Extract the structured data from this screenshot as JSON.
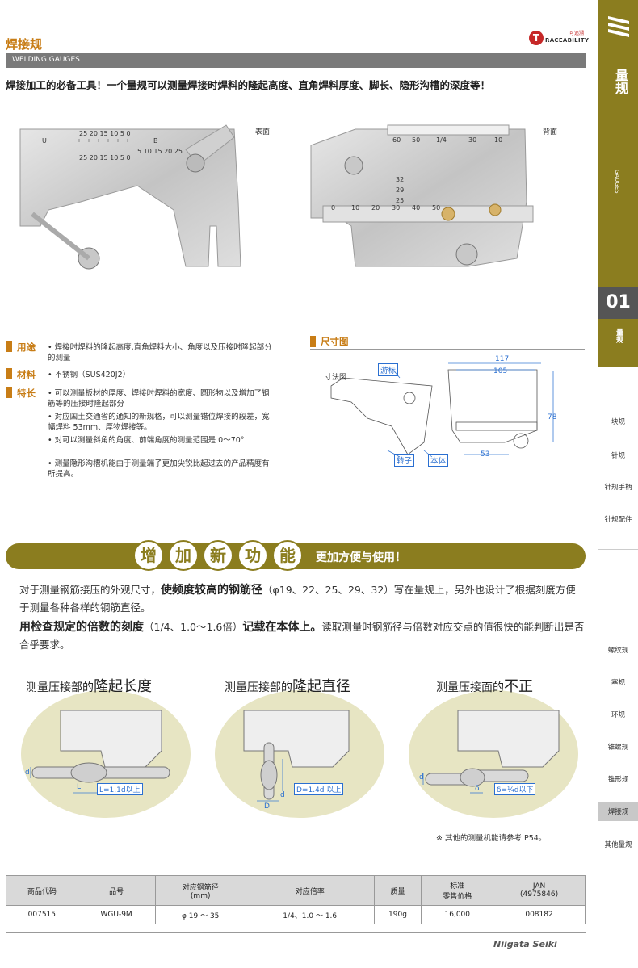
{
  "header": {
    "title": "焊接规",
    "subtitle_bar": "WELDING GAUGES",
    "traceability_letter": "T",
    "traceability_text": "RACEABILITY",
    "traceability_small": "可追溯"
  },
  "intro": "焊接加工的必备工具！一个量规可以测量焊接时焊料的隆起高度、直角焊料厚度、脚长、隐形沟槽的深度等！",
  "photos": {
    "front_label": "表面",
    "back_label": "背面"
  },
  "specs": {
    "usage_label": "用途",
    "usage_text": "• 焊接时焊料的隆起高度,直角焊料大小、角度以及压接时隆起部分的测量",
    "material_label": "材料",
    "material_text": "• 不锈钢（SUS420J2）",
    "features_label": "特长",
    "features": [
      "• 可以测量板材的厚度、焊接时焊料的宽度、圆形物以及增加了钢筋等的压接时隆起部分",
      "• 对应国土交通省的通知的新规格，可以测量错位焊接的段差，宽幅焊料 53mm、厚物焊接等。",
      "• 对可以测量斜角的角度、前端角度的测量范围是 0～70°",
      "• 测量隐形沟槽机能由于测量端子更加尖锐比起过去的产品精度有所提高。"
    ]
  },
  "dimension": {
    "section_title": "尺寸图",
    "label_figure": "寸法図",
    "label_vernier": "游标",
    "label_rotor": "转子",
    "label_body": "本体",
    "dim_117": "117",
    "dim_105": "105",
    "dim_78": "78",
    "dim_53": "53"
  },
  "banner": {
    "chars": [
      "增",
      "加",
      "新",
      "功",
      "能"
    ],
    "text": "更加方便与使用！"
  },
  "paragraphs": {
    "p1_a": "对于测量钢筋接压的外观尺寸，",
    "p1_b": "使频度较高的钢筋径",
    "p1_c": "（φ19、22、25、29、32）写在量规上，另外也设计了根据刻度方便于测量各种各样的钢筋直径。",
    "p2_a": "用检查规定的倍数的刻度",
    "p2_b": "（1/4、1.0～1.6倍）",
    "p2_c": "记载在本体上。",
    "p2_d": "读取测量时钢筋径与倍数对应交点的值很快的能判断出是否合乎要求。"
  },
  "illustrations": [
    {
      "title_a": "测量压接部的",
      "title_b": "隆起长度",
      "formula": "L=1.1d以上",
      "var_d": "d",
      "var_l": "L"
    },
    {
      "title_a": "测量压接部的",
      "title_b": "隆起直径",
      "formula": "D=1.4d 以上",
      "var_d": "d",
      "var_D": "D"
    },
    {
      "title_a": "测量压接面的",
      "title_b": "不正",
      "formula": "δ=¼d以下",
      "var_d": "d",
      "var_delta": "δ"
    }
  ],
  "note": "※  其他的测量机能请参考 P54。",
  "table": {
    "headers": [
      "商品代码",
      "品号",
      "对应钢筋径\n(mm)",
      "对应倍率",
      "质量",
      "标准\n零售价格",
      "JAN\n(4975846)"
    ],
    "rows": [
      [
        "007515",
        "WGU-9M",
        "φ 19 ～ 35",
        "1/4、1.0 ～ 1.6",
        "190g",
        "16,000",
        "008182"
      ]
    ]
  },
  "footer": {
    "brand": "Niigata Seiki"
  },
  "sidebar": {
    "category": "量规",
    "category_en": "GAUGES",
    "number": "01",
    "section": "量规",
    "items": [
      "块规",
      "针规",
      "针规手柄",
      "针规配件",
      "螺纹规",
      "塞规",
      "环规",
      "锥螺规",
      "锥形规",
      "焊接规",
      "其他量规"
    ],
    "active_item": "焊接规"
  },
  "colors": {
    "accent": "#c87d16",
    "olive": "#8b7d1f",
    "ellipse": "#e7e5c3"
  }
}
